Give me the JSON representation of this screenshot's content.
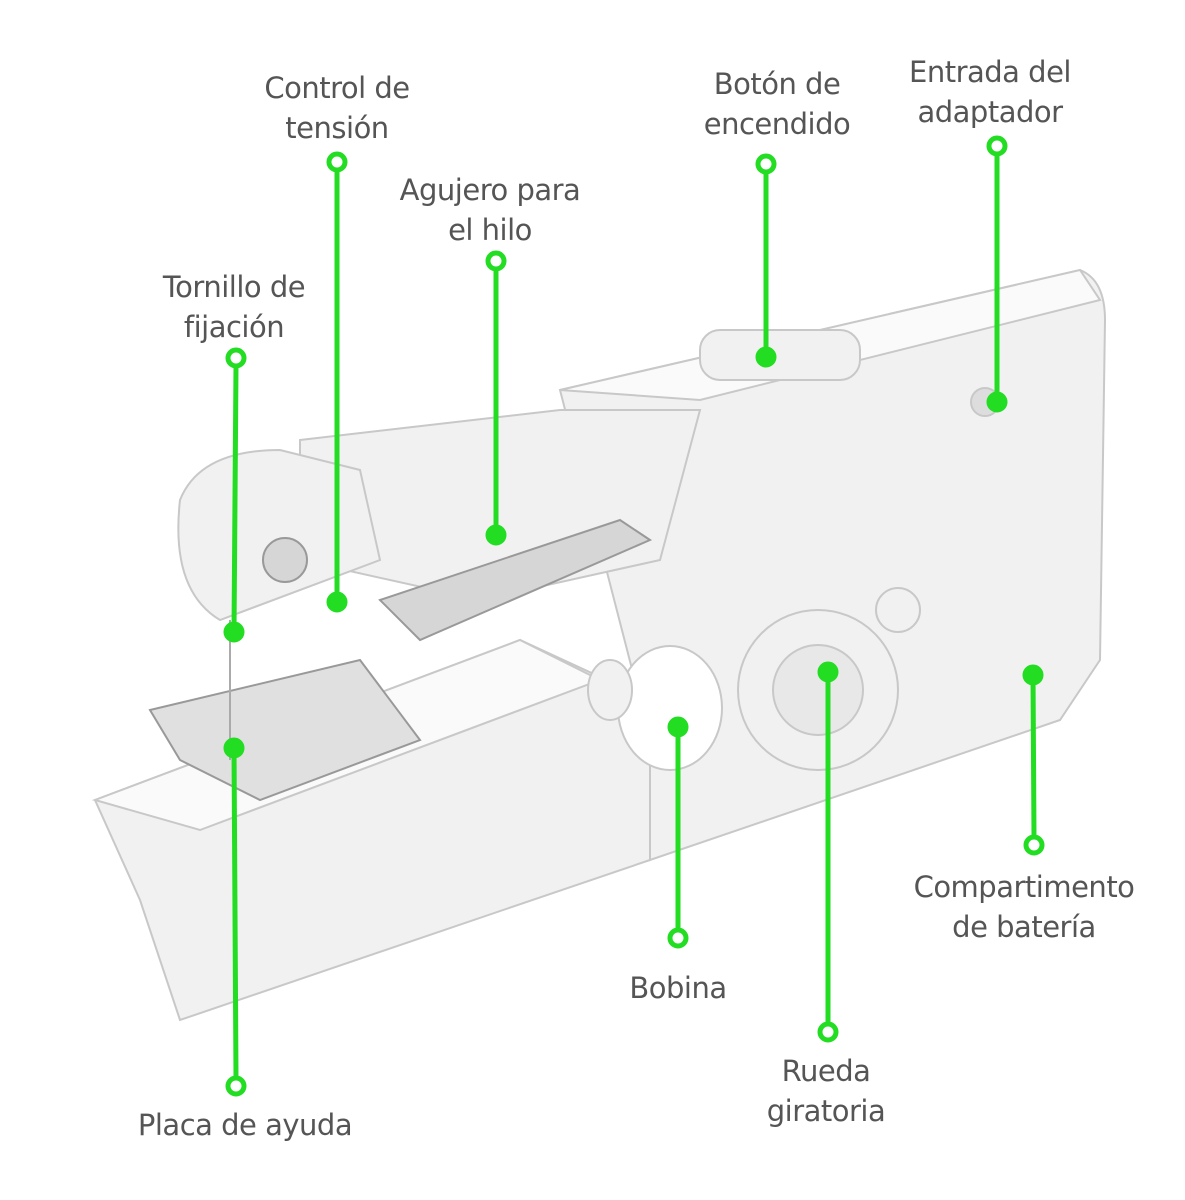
{
  "title": "Partes de la máquina de coser portátil",
  "accent_color": "#22dd22",
  "labels": {
    "tension": [
      "Control de",
      "tensión"
    ],
    "thread_hole": [
      "Agujero para",
      "el hilo"
    ],
    "screw": [
      "Tornillo de",
      "fijación"
    ],
    "power": [
      "Botón de",
      "encendido"
    ],
    "adapter": [
      "Entrada del",
      "adaptador"
    ],
    "plate": [
      "Placa de ayuda"
    ],
    "bobbin": [
      "Bobina"
    ],
    "wheel": [
      "Rueda",
      "giratoria"
    ],
    "battery": [
      "Compartimento",
      "de batería"
    ]
  }
}
